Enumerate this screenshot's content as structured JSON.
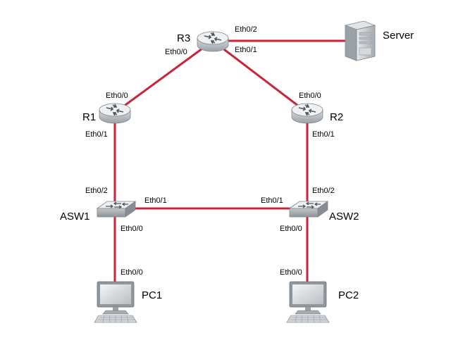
{
  "colors": {
    "link": "#c8243a",
    "device_body": "#c9cdd1",
    "device_top": "#eef0f2",
    "device_edge": "#7f868c"
  },
  "devices": {
    "r3": {
      "name": "R3",
      "icon": "router-icon"
    },
    "r1": {
      "name": "R1",
      "icon": "router-icon"
    },
    "r2": {
      "name": "R2",
      "icon": "router-icon"
    },
    "server": {
      "name": "Server",
      "icon": "server-icon"
    },
    "asw1": {
      "name": "ASW1",
      "icon": "switch-icon"
    },
    "asw2": {
      "name": "ASW2",
      "icon": "switch-icon"
    },
    "pc1": {
      "name": "PC1",
      "icon": "pc-icon"
    },
    "pc2": {
      "name": "PC2",
      "icon": "pc-icon"
    }
  },
  "links": [
    {
      "from": "R3",
      "from_port": "Eth0/2",
      "to": "Server",
      "to_port": ""
    },
    {
      "from": "R3",
      "from_port": "Eth0/0",
      "to": "R1",
      "to_port": "Eth0/0"
    },
    {
      "from": "R3",
      "from_port": "Eth0/1",
      "to": "R2",
      "to_port": "Eth0/0"
    },
    {
      "from": "R1",
      "from_port": "Eth0/1",
      "to": "ASW1",
      "to_port": "Eth0/2"
    },
    {
      "from": "R2",
      "from_port": "Eth0/1",
      "to": "ASW2",
      "to_port": "Eth0/2"
    },
    {
      "from": "ASW1",
      "from_port": "Eth0/1",
      "to": "ASW2",
      "to_port": "Eth0/1"
    },
    {
      "from": "ASW1",
      "from_port": "Eth0/0",
      "to": "PC1",
      "to_port": "Eth0/0"
    },
    {
      "from": "ASW2",
      "from_port": "Eth0/0",
      "to": "PC2",
      "to_port": "Eth0/0"
    }
  ]
}
